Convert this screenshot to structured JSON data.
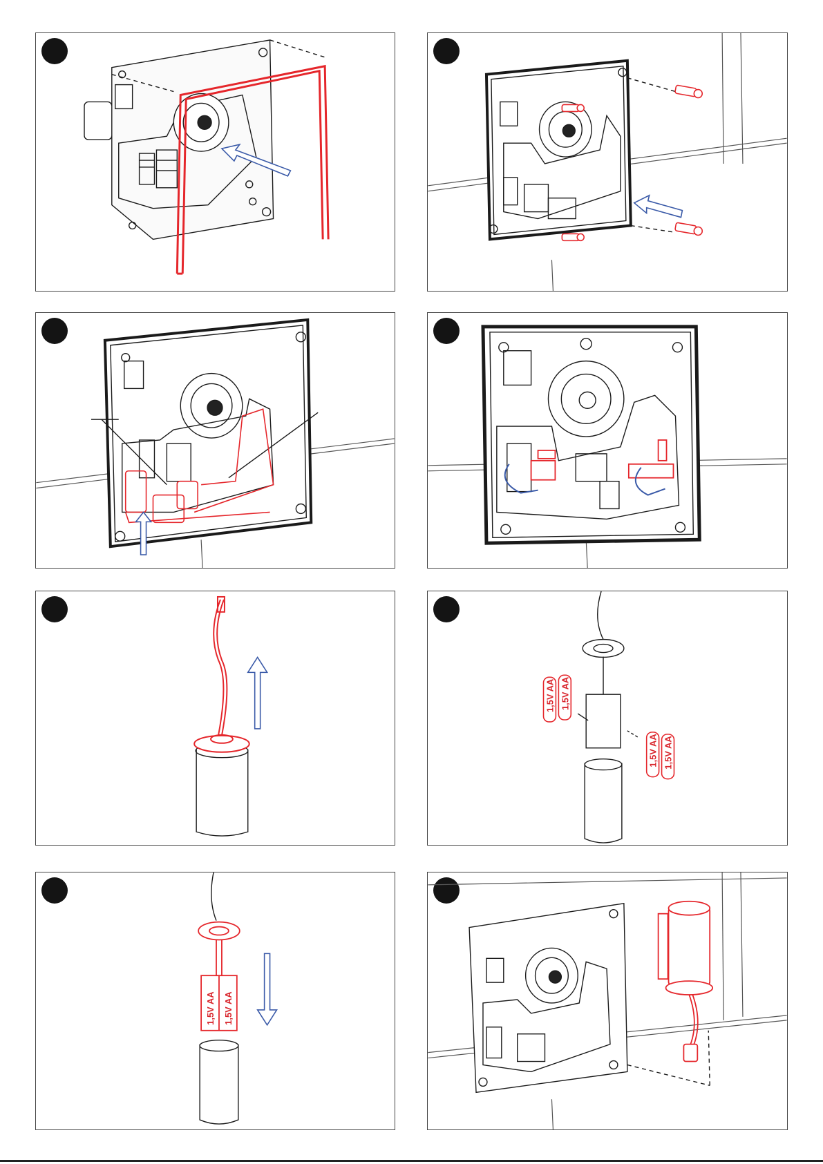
{
  "colors": {
    "outline": "#1a1a1a",
    "highlight": "#e5262b",
    "arrow": "#3a5aa8",
    "tile": "#555555"
  },
  "battery_label": "1,5V AA",
  "panels": [
    {
      "id": 1,
      "scene": "mounting-frame-insert-with-red-bracket"
    },
    {
      "id": 2,
      "scene": "cover-plate-screws"
    },
    {
      "id": 3,
      "scene": "connect-hoses"
    },
    {
      "id": 4,
      "scene": "open-valves"
    },
    {
      "id": 5,
      "scene": "pull-battery-cap"
    },
    {
      "id": 6,
      "scene": "insert-batteries"
    },
    {
      "id": 7,
      "scene": "reinsert-battery-pack"
    },
    {
      "id": 8,
      "scene": "connect-battery-cable"
    }
  ]
}
